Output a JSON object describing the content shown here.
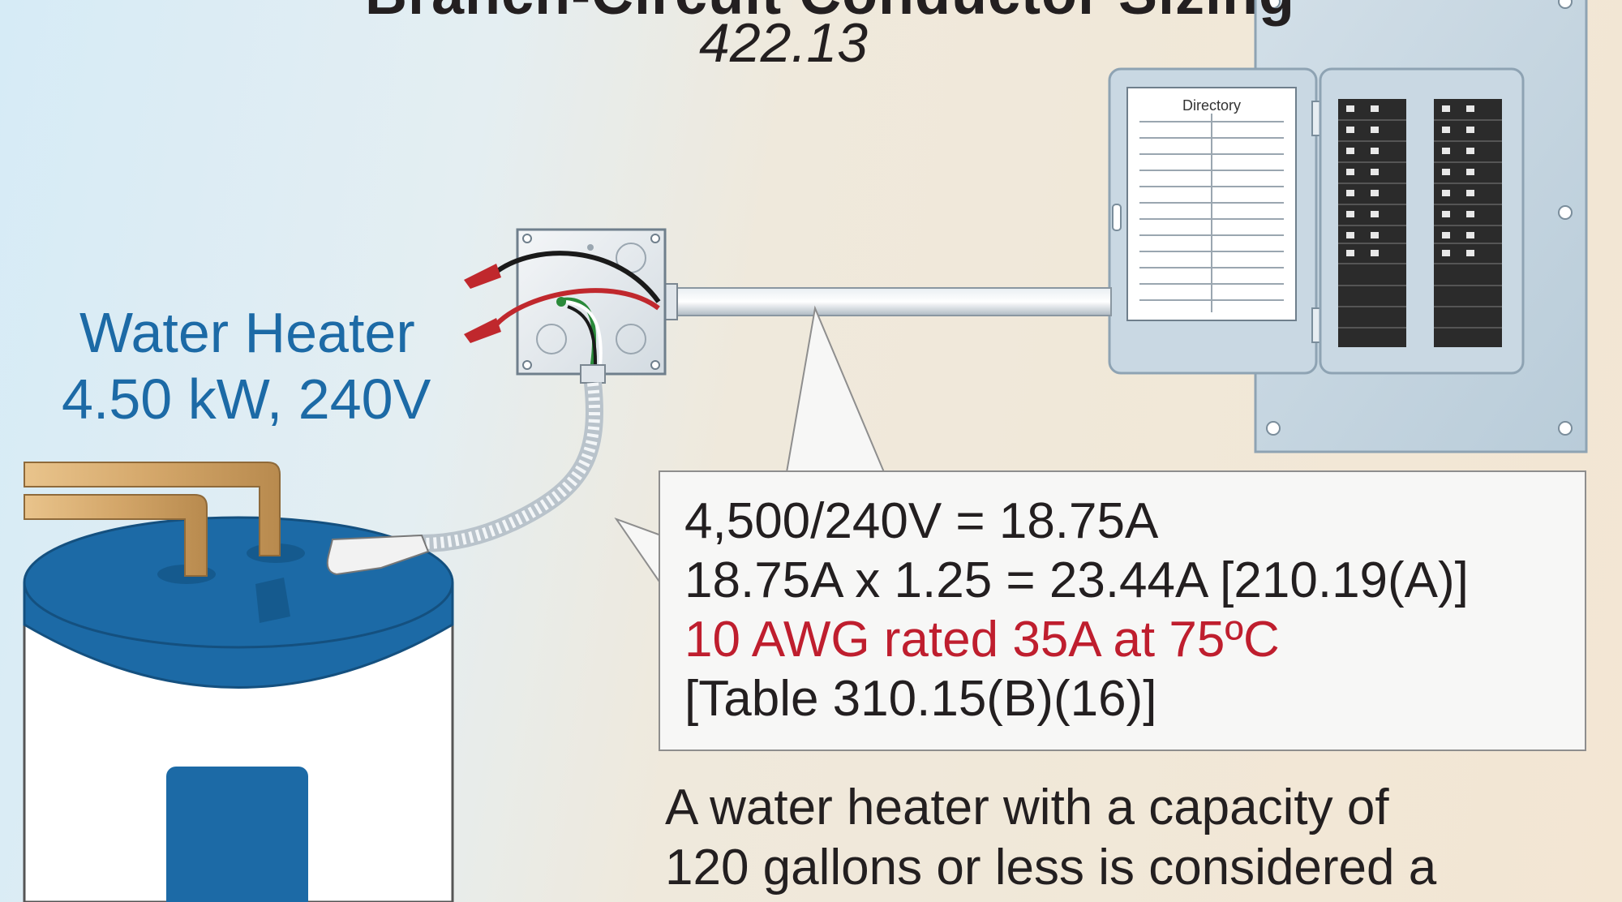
{
  "header": {
    "title_partial": "Branch-Circuit Conductor Sizing",
    "code_reference": "422.13"
  },
  "water_heater": {
    "name": "Water Heater",
    "rating": "4.50 kW, 240V"
  },
  "panel": {
    "directory_label": "Directory"
  },
  "callout": {
    "line1": "4,500/240V = 18.75A",
    "line2": "18.75A x 1.25 = 23.44A [210.19(A)]",
    "line3": "10 AWG rated 35A at 75ºC",
    "line4": "[Table 310.15(B)(16)]"
  },
  "note": {
    "line1": "A water heater with a capacity of",
    "line2": "120 gallons or less is considered a"
  },
  "colors": {
    "heater_blue": "#1c6aa6",
    "highlight_red": "#bf1e2e",
    "copper": "#d4a76a"
  }
}
